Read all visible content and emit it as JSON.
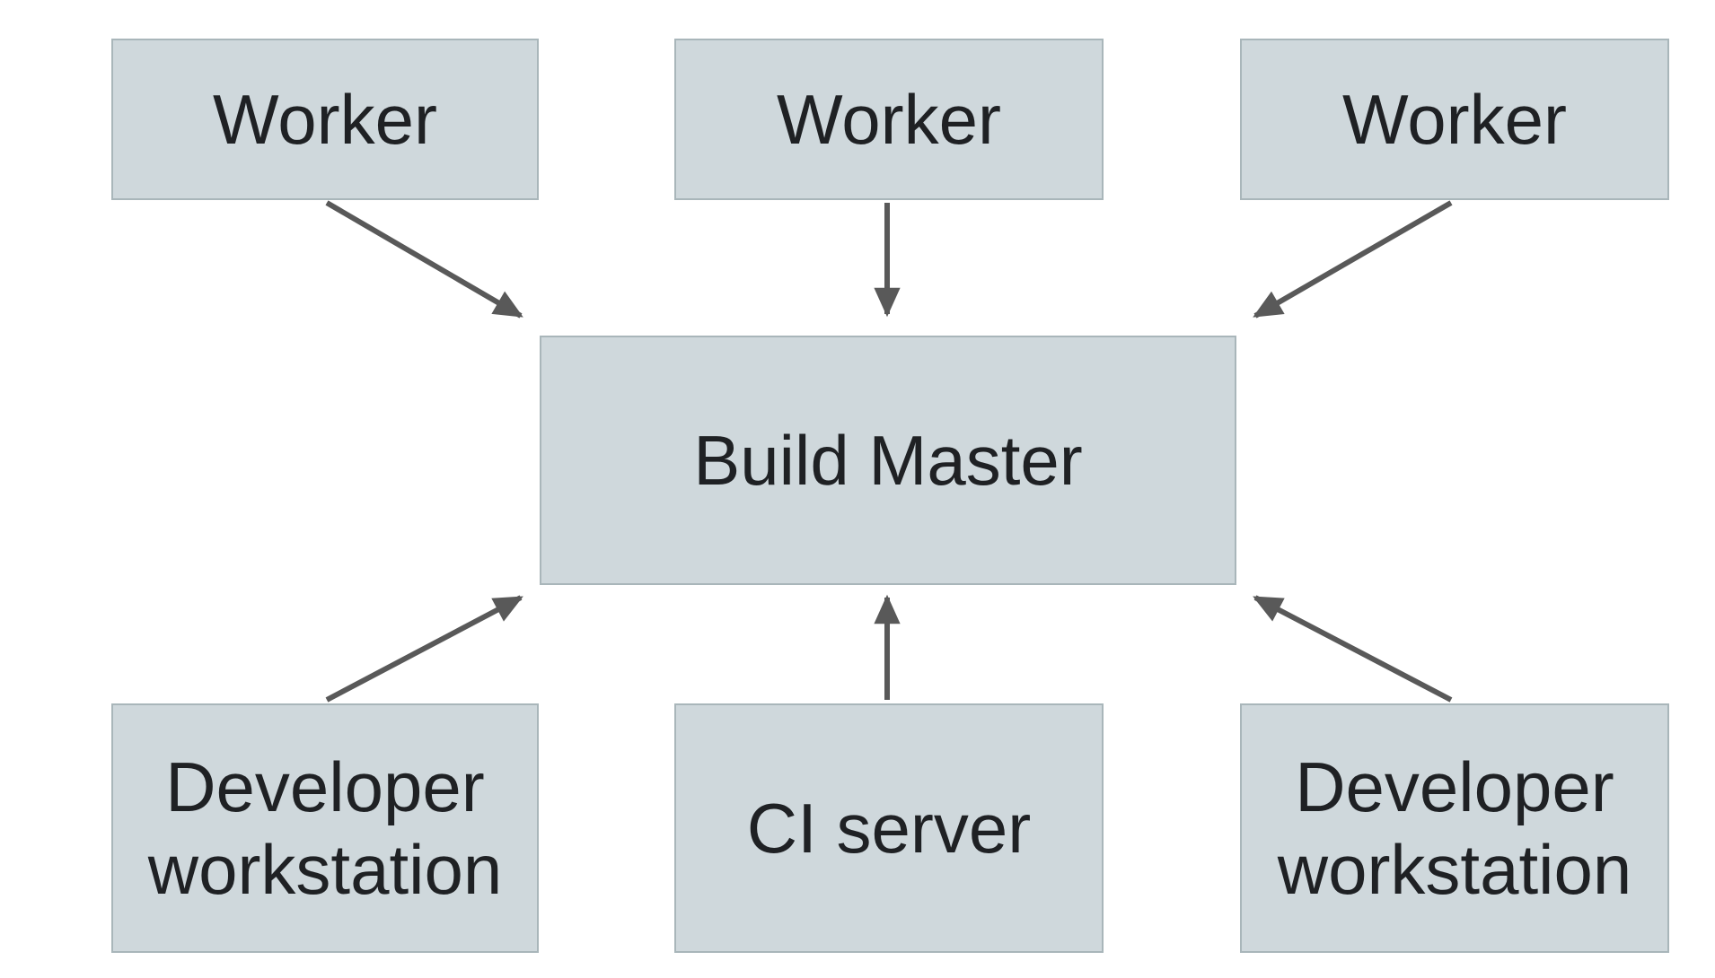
{
  "diagram": {
    "type": "architecture-diagram",
    "nodes": {
      "worker_left": {
        "label": "Worker"
      },
      "worker_middle": {
        "label": "Worker"
      },
      "worker_right": {
        "label": "Worker"
      },
      "build_master": {
        "label": "Build Master"
      },
      "dev_workstation_left": {
        "label": "Developer workstation"
      },
      "ci_server": {
        "label": "CI server"
      },
      "dev_workstation_right": {
        "label": "Developer workstation"
      }
    },
    "edges": [
      {
        "from": "worker_left",
        "to": "build_master",
        "arrowhead": "end"
      },
      {
        "from": "worker_middle",
        "to": "build_master",
        "arrowhead": "end"
      },
      {
        "from": "worker_right",
        "to": "build_master",
        "arrowhead": "end"
      },
      {
        "from": "dev_workstation_left",
        "to": "build_master",
        "arrowhead": "end"
      },
      {
        "from": "ci_server",
        "to": "build_master",
        "arrowhead": "end"
      },
      {
        "from": "dev_workstation_right",
        "to": "build_master",
        "arrowhead": "end"
      }
    ],
    "colors": {
      "background": "#ffffff",
      "node_fill": "#cfd8dc",
      "node_border": "#a9b6ba",
      "arrow": "#595959",
      "text": "#1f2124"
    }
  }
}
